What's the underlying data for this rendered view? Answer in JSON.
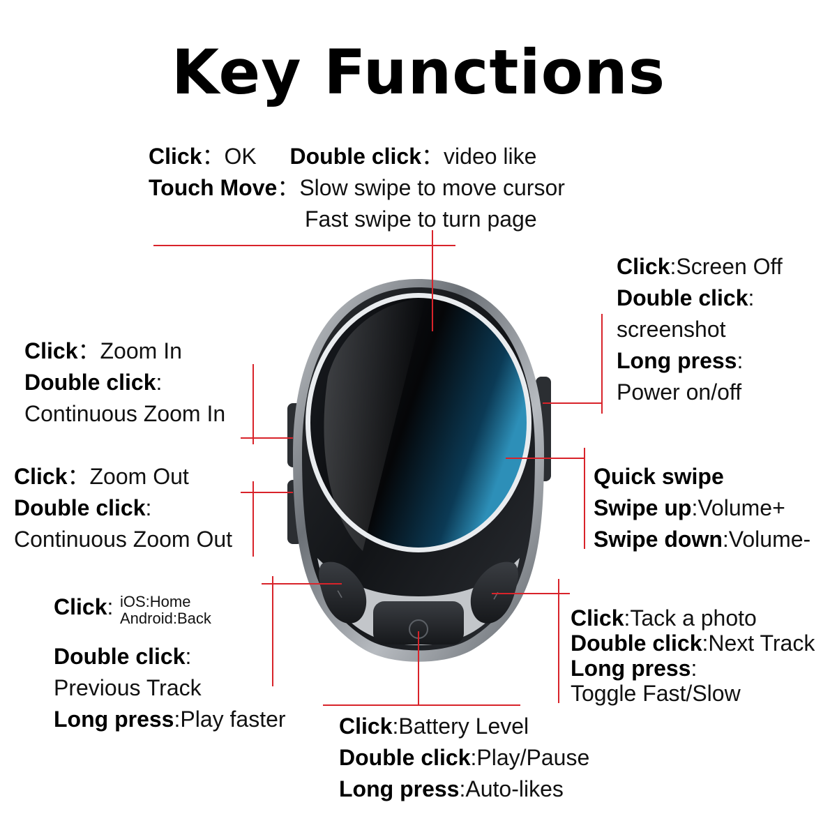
{
  "title": "Key Functions",
  "top": {
    "click_k": "Click",
    "click_v": "OK",
    "dbl_k": "Double click",
    "dbl_v": "video like",
    "touch_k": "Touch Move",
    "touch_v1": "Slow swipe to move cursor",
    "touch_v2": "Fast swipe to turn page"
  },
  "right_top": {
    "click_k": "Click",
    "click_v": "Screen Off",
    "dbl_k": "Double click",
    "dbl_v": "screenshot",
    "long_k": "Long press",
    "long_v": "Power on/off"
  },
  "left_top": {
    "click_k": "Click",
    "click_v": "Zoom In",
    "dbl_k": "Double click",
    "dbl_v": "Continuous Zoom In"
  },
  "left_mid": {
    "click_k": "Click",
    "click_v": "Zoom Out",
    "dbl_k": "Double click",
    "dbl_v": "Continuous Zoom Out"
  },
  "right_mid": {
    "head": "Quick swipe",
    "up_k": "Swipe up",
    "up_v": "Volume+",
    "down_k": "Swipe down",
    "down_v": "Volume-"
  },
  "left_bot": {
    "click_k": "Click",
    "click_v1": "iOS:Home",
    "click_v2": "Android:Back",
    "dbl_k": "Double click",
    "dbl_v": "Previous Track",
    "long_k": "Long press",
    "long_v": "Play faster"
  },
  "right_bot": {
    "click_k": "Click",
    "click_v": "Tack a photo",
    "dbl_k": "Double click",
    "dbl_v": "Next Track",
    "long_k": "Long press",
    "long_v": "Toggle Fast/Slow"
  },
  "bottom": {
    "click_k": "Click",
    "click_v": "Battery Level",
    "dbl_k": "Double click",
    "dbl_v": "Play/Pause",
    "long_k": "Long press",
    "long_v": "Auto-likes"
  },
  "colors": {
    "accent": "#d8232a",
    "screen": "#0a0c10",
    "bezel": "#8a8f96"
  }
}
